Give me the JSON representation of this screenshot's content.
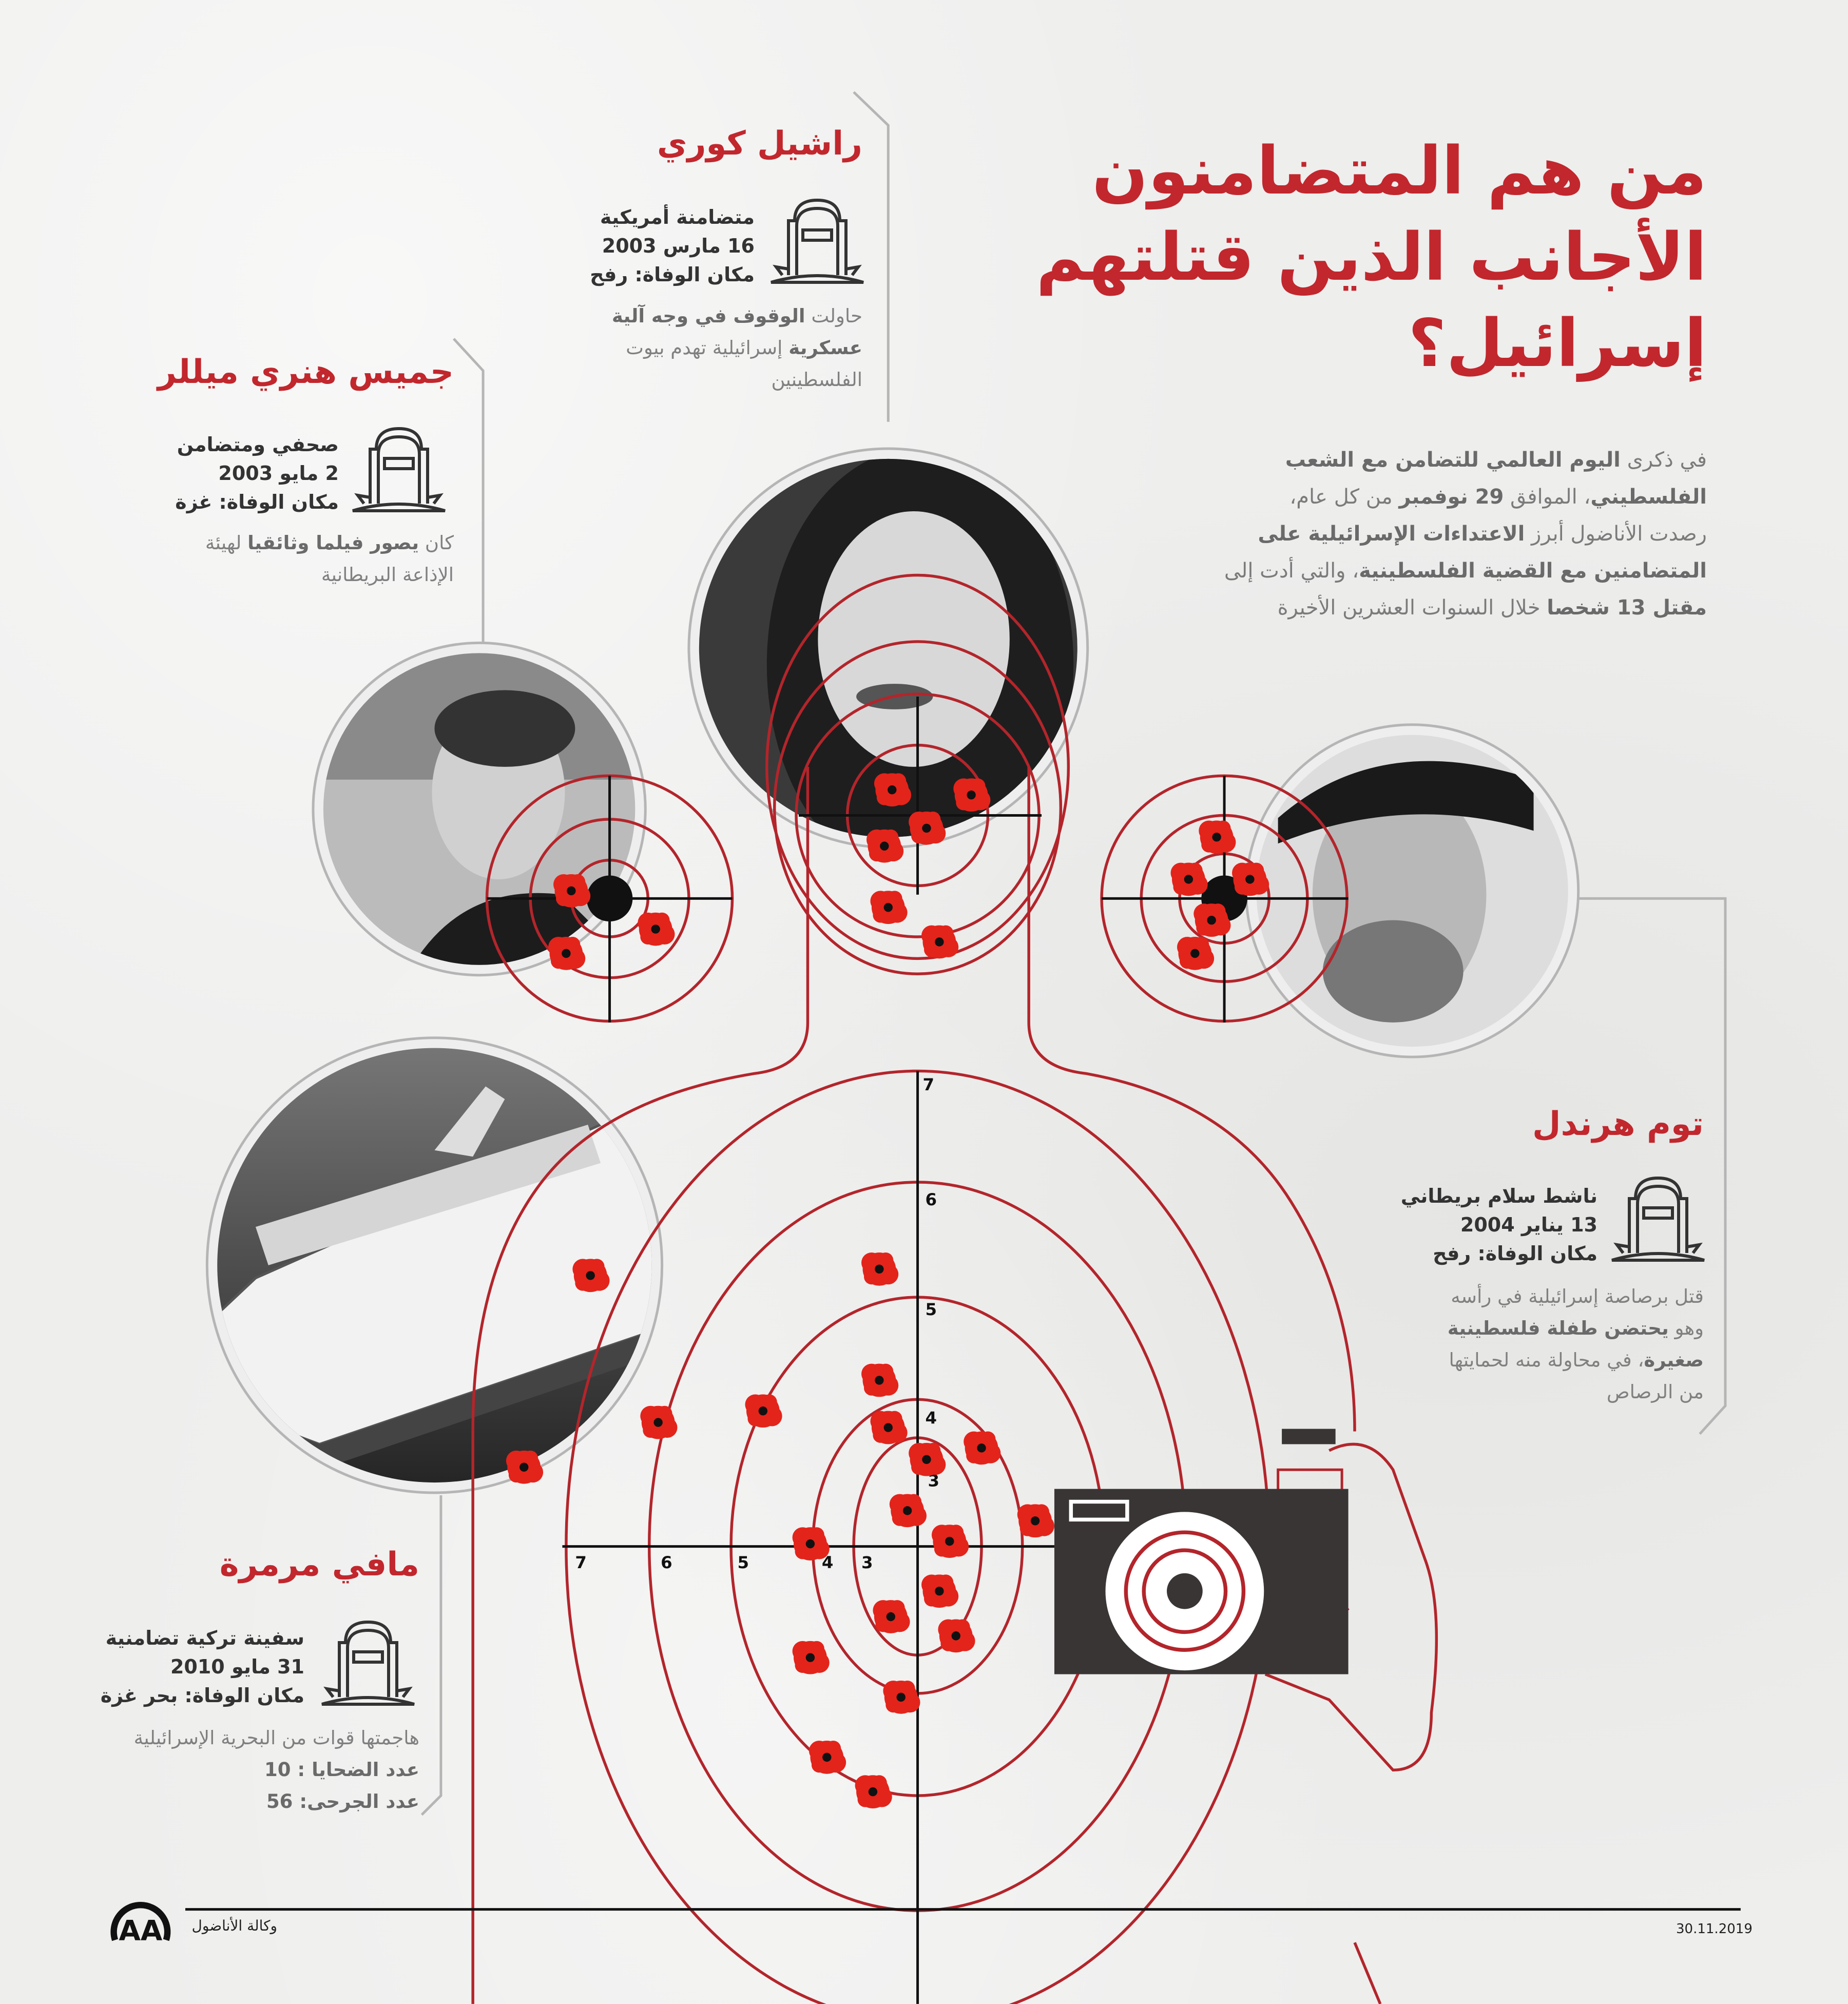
{
  "title": {
    "lines": [
      "من هم المتضامنون",
      "الأجانب الذين قتلتهم",
      "إسرائيل؟"
    ]
  },
  "intro": {
    "lines": [
      [
        {
          "t": "في ذكرى ",
          "b": false
        },
        {
          "t": "اليوم العالمي للتضامن مع الشعب",
          "b": true
        }
      ],
      [
        {
          "t": "الفلسطيني",
          "b": true
        },
        {
          "t": "، الموافق ",
          "b": false
        },
        {
          "t": "29 نوفمبر",
          "b": true
        },
        {
          "t": " من كل عام،",
          "b": false
        }
      ],
      [
        {
          "t": "رصدت الأناضول أبرز ",
          "b": false
        },
        {
          "t": "الاعتداءات الإسرائيلية على",
          "b": true
        }
      ],
      [
        {
          "t": "المتضامنين مع القضية الفلسطينية",
          "b": true
        },
        {
          "t": "، والتي أدت إلى",
          "b": false
        }
      ],
      [
        {
          "t": "مقتل 13 شخصا",
          "b": true
        },
        {
          "t": " خلال السنوات العشرين الأخيرة",
          "b": false
        }
      ]
    ]
  },
  "people": [
    {
      "name": "راشيل كوري",
      "info": [
        "متضامنة أمريكية",
        "16 مارس 2003",
        "مكان الوفاة: رفح"
      ],
      "desc": [
        [
          {
            "t": "حاولت ",
            "b": false
          },
          {
            "t": "الوقوف في وجه آلية",
            "b": true
          }
        ],
        [
          {
            "t": "عسكرية",
            "b": true
          },
          {
            "t": " إسرائيلية تهدم بيوت",
            "b": false
          }
        ],
        [
          {
            "t": "الفلسطينين",
            "b": false
          }
        ]
      ]
    },
    {
      "name": "جميس هنري ميللر",
      "info": [
        "صحفي ومتضامن",
        "2 مايو 2003",
        "مكان الوفاة: غزة"
      ],
      "desc": [
        [
          {
            "t": "كان ",
            "b": false
          },
          {
            "t": "يصور فيلما وثائقيا",
            "b": true
          },
          {
            "t": " لهيئة",
            "b": false
          }
        ],
        [
          {
            "t": "الإذاعة البريطانية",
            "b": false
          }
        ]
      ]
    },
    {
      "name": "توم هرندل",
      "info": [
        "ناشط سلام بريطاني",
        "13 يناير 2004",
        "مكان الوفاة: رفح"
      ],
      "desc": [
        [
          {
            "t": "قتل برصاصة إسرائيلية في رأسه",
            "b": false
          }
        ],
        [
          {
            "t": "وهو ",
            "b": false
          },
          {
            "t": "يحتضن طفلة فلسطينية",
            "b": true
          }
        ],
        [
          {
            "t": "صغيرة",
            "b": true
          },
          {
            "t": "، في محاولة منه لحمايتها",
            "b": false
          }
        ],
        [
          {
            "t": "من الرصاص",
            "b": false
          }
        ]
      ]
    },
    {
      "name": "مافي مرمرة",
      "info": [
        "سفينة تركية تضامنية",
        "31 مايو 2010",
        "مكان الوفاة: بحر غزة"
      ],
      "desc": [
        [
          {
            "t": "هاجمتها قوات من البحرية الإسرائيلية",
            "b": false
          }
        ],
        [
          {
            "t": "عدد الضحايا : 10",
            "b": true
          }
        ],
        [
          {
            "t": "عدد الجرحى: 56",
            "b": true
          }
        ]
      ]
    }
  ],
  "target": {
    "ring_labels": [
      "3",
      "4",
      "5",
      "6",
      "7"
    ]
  },
  "footer": {
    "agency": "وكالة الأناضول",
    "logo_text": "AA",
    "date": "30.11.2019"
  },
  "colors": {
    "accent": "#c1272d",
    "dark": "#3a3535",
    "text_gray": "#808080"
  }
}
